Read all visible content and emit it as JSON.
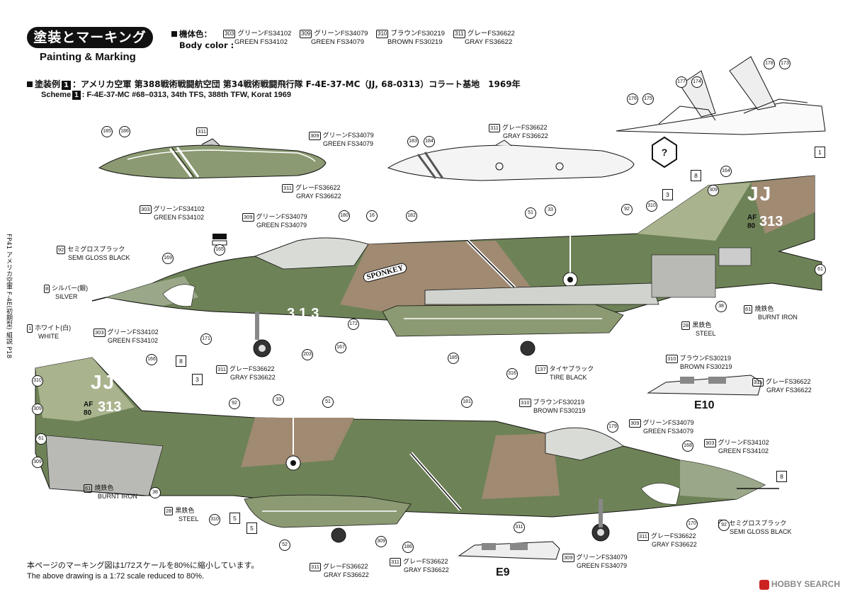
{
  "header": {
    "title_jp": "塗装とマーキング",
    "title_en": "Painting & Marking",
    "body_color_jp": "機体色：",
    "body_color_en": "Body color :"
  },
  "body_colors": [
    {
      "code": "303",
      "jp": "グリーンFS34102",
      "en": "GREEN FS34102"
    },
    {
      "code": "309",
      "jp": "グリーンFS34079",
      "en": "GREEN FS34079"
    },
    {
      "code": "310",
      "jp": "ブラウンFS30219",
      "en": "BROWN FS30219"
    },
    {
      "code": "311",
      "jp": "グレーFS36622",
      "en": "GRAY FS36622"
    }
  ],
  "scheme": {
    "jp_prefix": "塗装例",
    "number": "1",
    "jp_text": "：アメリカ空軍 第388戦術戦闘航空団 第34戦術戦闘飛行隊 F-4E-37-MC（JJ, 68-0313）コラート基地　1969年",
    "en_prefix": "Scheme",
    "en_text": ": F-4E-37-MC #68–0313, 34th TFS, 388th TFW, Korat 1969"
  },
  "callouts": {
    "c311a": {
      "code": "311"
    },
    "c309a": {
      "code": "309",
      "jp": "グリーンFS34079",
      "en": "GREEN FS34079"
    },
    "c311b": {
      "code": "311",
      "jp": "グレーFS36622",
      "en": "GRAY FS36622"
    },
    "c311c": {
      "code": "311",
      "jp": "グレーFS36622",
      "en": "GRAY FS36622"
    },
    "c303a": {
      "code": "303",
      "jp": "グリーンFS34102",
      "en": "GREEN FS34102"
    },
    "c309b": {
      "code": "309",
      "jp": "グリーンFS34079",
      "en": "GREEN FS34079"
    },
    "c92a": {
      "code": "92",
      "jp": "セミグロスブラック",
      "en": "SEMI GLOSS BLACK"
    },
    "c8a": {
      "code": "8",
      "jp": "シルバー(銀)",
      "en": "SILVER"
    },
    "c1a": {
      "code": "1",
      "jp": "ホワイト(白)",
      "en": "WHITE"
    },
    "c303b": {
      "code": "303",
      "jp": "グリーンFS34102",
      "en": "GREEN FS34102"
    },
    "c311d": {
      "code": "311",
      "jp": "グレーFS36622",
      "en": "GRAY FS36622"
    },
    "c28a": {
      "code": "28",
      "jp": "黒鉄色",
      "en": "STEEL"
    },
    "c61a": {
      "code": "61",
      "jp": "焼鉄色",
      "en": "BURNT IRON"
    },
    "c137": {
      "code": "137",
      "jp": "タイヤブラック",
      "en": "TIRE BLACK"
    },
    "c310a": {
      "code": "310",
      "jp": "ブラウンFS30219",
      "en": "BROWN FS30219"
    },
    "c311e": {
      "code": "311",
      "jp": "グレーFS36622",
      "en": "GRAY FS36622"
    },
    "c310b": {
      "code": "310",
      "jp": "ブラウンFS30219",
      "en": "BROWN FS30219"
    },
    "c309c": {
      "code": "309",
      "jp": "グリーンFS34079",
      "en": "GREEN FS34079"
    },
    "c303c": {
      "code": "303",
      "jp": "グリーンFS34102",
      "en": "GREEN FS34102"
    },
    "c92b": {
      "code": "92",
      "jp": "セミグロスブラック",
      "en": "SEMI GLOSS BLACK"
    },
    "c61b": {
      "code": "61",
      "jp": "焼鉄色",
      "en": "BURNT IRON"
    },
    "c28b": {
      "code": "28",
      "jp": "黒鉄色",
      "en": "STEEL"
    },
    "c311f": {
      "code": "311",
      "jp": "グレーFS36622",
      "en": "GRAY FS36622"
    },
    "c311g": {
      "code": "311",
      "jp": "グレーFS36622",
      "en": "GRAY FS36622"
    },
    "c311h": {
      "code": "311",
      "jp": "グレーFS36622",
      "en": "GRAY FS36622"
    },
    "c309d": {
      "code": "309",
      "jp": "グリーンFS34079",
      "en": "GREEN FS34079"
    }
  },
  "part_numbers": {
    "top": [
      "185",
      "186",
      "183",
      "184",
      "177",
      "174",
      "178",
      "173",
      "176",
      "175"
    ],
    "upper_plane": [
      "180",
      "16",
      "182",
      "51",
      "33",
      "165",
      "169",
      "164",
      "171",
      "203",
      "167",
      "172",
      "185",
      "316",
      "38",
      "3",
      "8",
      "92",
      "310",
      "1",
      "309",
      "61"
    ],
    "lower_plane": [
      "166",
      "8",
      "3",
      "310",
      "309",
      "61",
      "309",
      "33",
      "51",
      "92",
      "181",
      "179",
      "168",
      "170",
      "38",
      "310",
      "5",
      "5",
      "52",
      "186",
      "309",
      "311",
      "8",
      "92",
      "28"
    ]
  },
  "aircraft_markings": {
    "tail_code": "JJ",
    "tail_af": "AF",
    "tail_year": "80",
    "tail_serial": "313",
    "nose_number": "313",
    "nose_name": "SPONKEY"
  },
  "diagram_labels": {
    "e10": "E10",
    "e9": "E9"
  },
  "footer": {
    "jp": "本ページのマーキング図は1/72スケールを80%に縮小しています。",
    "en": "The above drawing is a 1:72 scale reduced to 80%."
  },
  "side_text": "FP41 アメリカ空軍 F-4E(初期型) 組説 P18",
  "watermark": "HOBBY SEARCH",
  "colors": {
    "green_dark": "#6b7f52",
    "green_light": "#a9b48e",
    "brown": "#a08a72",
    "gray": "#c9cbc8",
    "line": "#111111"
  }
}
